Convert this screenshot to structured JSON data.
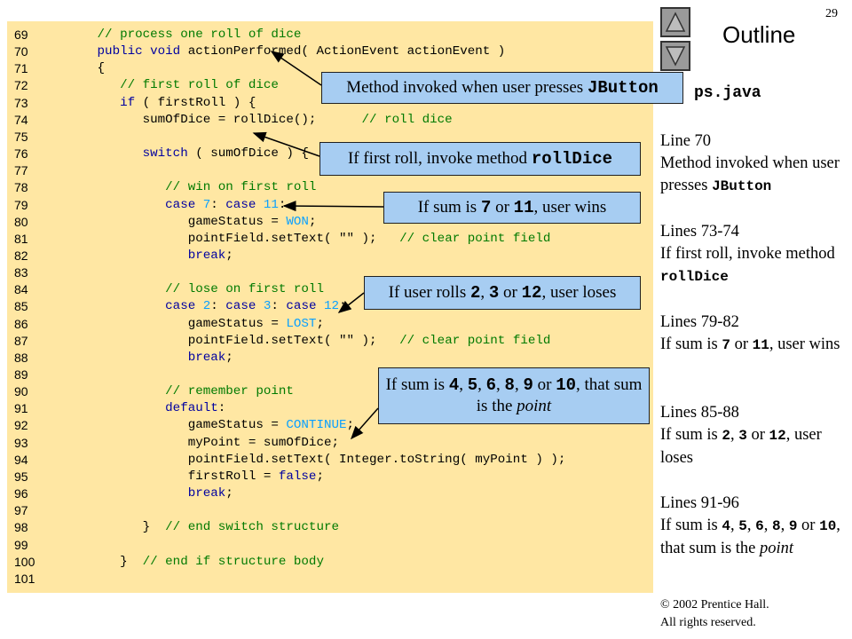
{
  "slide": {
    "page_number": "29",
    "outline_title": "Outline",
    "file_name_partial": "ps.java",
    "copyright_line1": "© 2002 Prentice Hall.",
    "copyright_line2": "All rights reserved.",
    "nav": {
      "up_icon": "triangle-up",
      "down_icon": "triangle-down"
    }
  },
  "colors": {
    "code_bg": "#ffe7a3",
    "callout_bg": "#a7cdf2",
    "comment": "#007a00",
    "keyword": "#0000a0",
    "value": "#0aa0ff"
  },
  "code": {
    "lines": [
      {
        "no": "69",
        "tokens": [
          {
            "t": "   // process one roll of dice",
            "c": "comment"
          }
        ]
      },
      {
        "no": "70",
        "tokens": [
          {
            "t": "   ",
            "c": "plain"
          },
          {
            "t": "public void",
            "c": "keyword"
          },
          {
            "t": " actionPerformed( ActionEvent actionEvent )",
            "c": "plain"
          }
        ]
      },
      {
        "no": "71",
        "tokens": [
          {
            "t": "   {",
            "c": "plain"
          }
        ]
      },
      {
        "no": "72",
        "tokens": [
          {
            "t": "      // first roll of dice",
            "c": "comment"
          }
        ]
      },
      {
        "no": "73",
        "tokens": [
          {
            "t": "      ",
            "c": "plain"
          },
          {
            "t": "if",
            "c": "keyword"
          },
          {
            "t": " ( firstRoll ) {",
            "c": "plain"
          }
        ]
      },
      {
        "no": "74",
        "tokens": [
          {
            "t": "         sumOfDice = rollDice();      ",
            "c": "plain"
          },
          {
            "t": "// roll dice",
            "c": "comment"
          }
        ]
      },
      {
        "no": "75",
        "tokens": []
      },
      {
        "no": "76",
        "tokens": [
          {
            "t": "         ",
            "c": "plain"
          },
          {
            "t": "switch",
            "c": "keyword"
          },
          {
            "t": " ( sumOfDice ) {",
            "c": "plain"
          }
        ]
      },
      {
        "no": "77",
        "tokens": []
      },
      {
        "no": "78",
        "tokens": [
          {
            "t": "            // win on first roll",
            "c": "comment"
          }
        ]
      },
      {
        "no": "79",
        "tokens": [
          {
            "t": "            ",
            "c": "plain"
          },
          {
            "t": "case",
            "c": "keyword"
          },
          {
            "t": " ",
            "c": "plain"
          },
          {
            "t": "7",
            "c": "value"
          },
          {
            "t": ": ",
            "c": "plain"
          },
          {
            "t": "case",
            "c": "keyword"
          },
          {
            "t": " ",
            "c": "plain"
          },
          {
            "t": "11",
            "c": "value"
          },
          {
            "t": ":",
            "c": "plain"
          }
        ]
      },
      {
        "no": "80",
        "tokens": [
          {
            "t": "               gameStatus = ",
            "c": "plain"
          },
          {
            "t": "WON",
            "c": "value"
          },
          {
            "t": ";",
            "c": "plain"
          }
        ]
      },
      {
        "no": "81",
        "tokens": [
          {
            "t": "               pointField.setText( \"\" );   ",
            "c": "plain"
          },
          {
            "t": "// clear point field",
            "c": "comment"
          }
        ]
      },
      {
        "no": "82",
        "tokens": [
          {
            "t": "               ",
            "c": "plain"
          },
          {
            "t": "break",
            "c": "keyword"
          },
          {
            "t": ";",
            "c": "plain"
          }
        ]
      },
      {
        "no": "83",
        "tokens": []
      },
      {
        "no": "84",
        "tokens": [
          {
            "t": "            // lose on first roll",
            "c": "comment"
          }
        ]
      },
      {
        "no": "85",
        "tokens": [
          {
            "t": "            ",
            "c": "plain"
          },
          {
            "t": "case",
            "c": "keyword"
          },
          {
            "t": " ",
            "c": "plain"
          },
          {
            "t": "2",
            "c": "value"
          },
          {
            "t": ": ",
            "c": "plain"
          },
          {
            "t": "case",
            "c": "keyword"
          },
          {
            "t": " ",
            "c": "plain"
          },
          {
            "t": "3",
            "c": "value"
          },
          {
            "t": ": ",
            "c": "plain"
          },
          {
            "t": "case",
            "c": "keyword"
          },
          {
            "t": " ",
            "c": "plain"
          },
          {
            "t": "12",
            "c": "value"
          },
          {
            "t": ":",
            "c": "plain"
          }
        ]
      },
      {
        "no": "86",
        "tokens": [
          {
            "t": "               gameStatus = ",
            "c": "plain"
          },
          {
            "t": "LOST",
            "c": "value"
          },
          {
            "t": ";",
            "c": "plain"
          }
        ]
      },
      {
        "no": "87",
        "tokens": [
          {
            "t": "               pointField.setText( \"\" );   ",
            "c": "plain"
          },
          {
            "t": "// clear point field",
            "c": "comment"
          }
        ]
      },
      {
        "no": "88",
        "tokens": [
          {
            "t": "               ",
            "c": "plain"
          },
          {
            "t": "break",
            "c": "keyword"
          },
          {
            "t": ";",
            "c": "plain"
          }
        ]
      },
      {
        "no": "89",
        "tokens": []
      },
      {
        "no": "90",
        "tokens": [
          {
            "t": "            // remember point",
            "c": "comment"
          }
        ]
      },
      {
        "no": "91",
        "tokens": [
          {
            "t": "            ",
            "c": "plain"
          },
          {
            "t": "default",
            "c": "keyword"
          },
          {
            "t": ":",
            "c": "plain"
          }
        ]
      },
      {
        "no": "92",
        "tokens": [
          {
            "t": "               gameStatus = ",
            "c": "plain"
          },
          {
            "t": "CONTINUE",
            "c": "value"
          },
          {
            "t": ";",
            "c": "plain"
          }
        ]
      },
      {
        "no": "93",
        "tokens": [
          {
            "t": "               myPoint = sumOfDice;",
            "c": "plain"
          }
        ]
      },
      {
        "no": "94",
        "tokens": [
          {
            "t": "               pointField.setText( Integer.toString( myPoint ) );",
            "c": "plain"
          }
        ]
      },
      {
        "no": "95",
        "tokens": [
          {
            "t": "               firstRoll = ",
            "c": "plain"
          },
          {
            "t": "false",
            "c": "keyword"
          },
          {
            "t": ";",
            "c": "plain"
          }
        ]
      },
      {
        "no": "96",
        "tokens": [
          {
            "t": "               ",
            "c": "plain"
          },
          {
            "t": "break",
            "c": "keyword"
          },
          {
            "t": ";",
            "c": "plain"
          }
        ]
      },
      {
        "no": "97",
        "tokens": []
      },
      {
        "no": "98",
        "tokens": [
          {
            "t": "         }  ",
            "c": "plain"
          },
          {
            "t": "// end switch structure",
            "c": "comment"
          }
        ]
      },
      {
        "no": "99",
        "tokens": []
      },
      {
        "no": "100",
        "tokens": [
          {
            "t": "      }  ",
            "c": "plain"
          },
          {
            "t": "// end if structure body",
            "c": "comment"
          }
        ]
      },
      {
        "no": "101",
        "tokens": []
      }
    ]
  },
  "callouts": [
    {
      "id": "method",
      "parts": [
        {
          "t": "Method invoked when user presses "
        },
        {
          "t": "JButton",
          "s": "mono"
        }
      ]
    },
    {
      "id": "firstroll",
      "parts": [
        {
          "t": "If first roll, invoke method "
        },
        {
          "t": "rollDice",
          "s": "mono"
        }
      ]
    },
    {
      "id": "win",
      "parts": [
        {
          "t": "If sum is "
        },
        {
          "t": "7",
          "s": "mono"
        },
        {
          "t": " or "
        },
        {
          "t": "11",
          "s": "mono"
        },
        {
          "t": ", user wins"
        }
      ]
    },
    {
      "id": "lose",
      "parts": [
        {
          "t": "If user rolls "
        },
        {
          "t": "2",
          "s": "mono"
        },
        {
          "t": ", "
        },
        {
          "t": "3",
          "s": "mono"
        },
        {
          "t": " or "
        },
        {
          "t": "12",
          "s": "mono"
        },
        {
          "t": ", user loses"
        }
      ]
    },
    {
      "id": "point",
      "parts": [
        {
          "t": "If sum is "
        },
        {
          "t": "4",
          "s": "mono"
        },
        {
          "t": ", "
        },
        {
          "t": "5",
          "s": "mono"
        },
        {
          "t": ", "
        },
        {
          "t": "6",
          "s": "mono"
        },
        {
          "t": ", "
        },
        {
          "t": "8",
          "s": "mono"
        },
        {
          "t": ", "
        },
        {
          "t": "9",
          "s": "mono"
        },
        {
          "t": " or "
        },
        {
          "t": "10",
          "s": "mono"
        },
        {
          "t": ", that sum is the "
        },
        {
          "t": "point",
          "s": "italic"
        }
      ]
    }
  ],
  "notes": [
    {
      "id": "n1",
      "parts": [
        {
          "t": "Line 70"
        },
        {
          "br": true
        },
        {
          "t": "Method invoked when user presses "
        },
        {
          "t": "JButton",
          "s": "mono"
        }
      ]
    },
    {
      "id": "n2",
      "parts": [
        {
          "t": "Lines 73-74"
        },
        {
          "br": true
        },
        {
          "t": "If first roll, invoke method "
        },
        {
          "t": "rollDice",
          "s": "mono"
        }
      ]
    },
    {
      "id": "n3",
      "parts": [
        {
          "t": "Lines 79-82"
        },
        {
          "br": true
        },
        {
          "t": "If sum is "
        },
        {
          "t": "7",
          "s": "mono"
        },
        {
          "t": " or "
        },
        {
          "t": "11",
          "s": "mono"
        },
        {
          "t": ", user wins"
        }
      ]
    },
    {
      "id": "n4",
      "parts": [
        {
          "t": "Lines 85-88"
        },
        {
          "br": true
        },
        {
          "t": "If sum is "
        },
        {
          "t": "2",
          "s": "mono"
        },
        {
          "t": ", "
        },
        {
          "t": "3",
          "s": "mono"
        },
        {
          "t": " or "
        },
        {
          "t": "12",
          "s": "mono"
        },
        {
          "t": ", user loses"
        }
      ]
    },
    {
      "id": "n5",
      "parts": [
        {
          "t": "Lines 91-96"
        },
        {
          "br": true
        },
        {
          "t": "If sum is "
        },
        {
          "t": "4",
          "s": "mono"
        },
        {
          "t": ", "
        },
        {
          "t": "5",
          "s": "mono"
        },
        {
          "t": ", "
        },
        {
          "t": "6",
          "s": "mono"
        },
        {
          "t": ", "
        },
        {
          "t": "8",
          "s": "mono"
        },
        {
          "t": ", "
        },
        {
          "t": "9",
          "s": "mono"
        },
        {
          "t": " or "
        },
        {
          "t": "10",
          "s": "mono"
        },
        {
          "t": ", that sum is the "
        },
        {
          "t": "point",
          "s": "italic"
        }
      ]
    }
  ]
}
